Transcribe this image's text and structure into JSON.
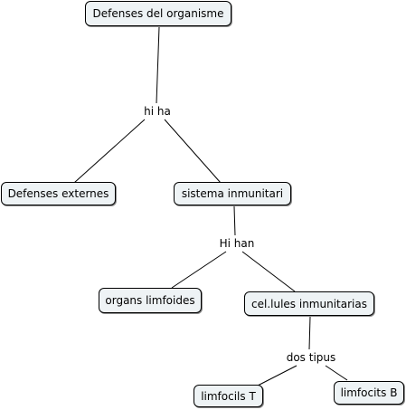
{
  "nodes": {
    "root": "Defenses del organisme",
    "externes": "Defenses externes",
    "sistema": "sistema inmunitari",
    "organs": "organs limfoides",
    "cellules": "cel.lules inmunitarias",
    "limfT": "limfocils T",
    "limfB": "limfocits B"
  },
  "links": {
    "hiha": "hi ha",
    "hihan": "Hi han",
    "dostipus": "dos tipus"
  },
  "colors": {
    "node_fill": "#eef3f5",
    "line": "#000000"
  }
}
